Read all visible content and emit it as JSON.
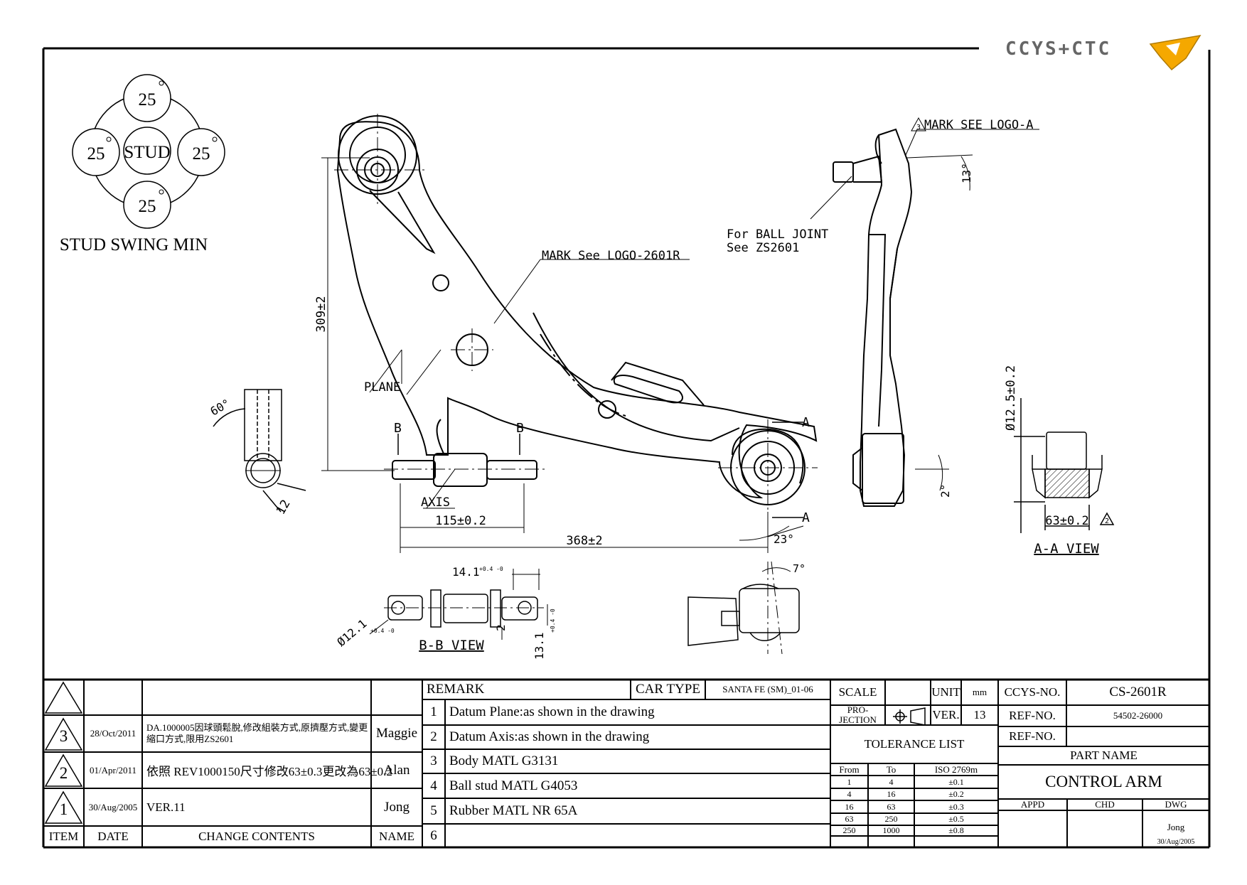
{
  "brand": {
    "logo_text": "CCYS+CTC"
  },
  "notes": {
    "stud_swing": {
      "angle": "25",
      "center": "STUD",
      "caption": "STUD SWING MIN"
    },
    "mark_logo_a": "MARK SEE LOGO-A",
    "mark_logo_2601r": "MARK See LOGO-2601R",
    "ball_joint_1": "For BALL JOINT",
    "ball_joint_2": "See ZS2601",
    "plane": "PLANE",
    "axis": "AXIS",
    "bb_view": "B-B VIEW",
    "aa_view": "A-A VIEW",
    "section_b": "B",
    "section_a": "A",
    "rev3": "3",
    "rev2": "2"
  },
  "dimensions": {
    "height": "309±2",
    "angle_60": "60°",
    "dim_12": "12",
    "dim_115": "115±0.2",
    "dim_368": "368±2",
    "angle_23": "23°",
    "angle_13": "13°",
    "angle_2": "2°",
    "angle_7": "7°",
    "dia_12_5": "Ø12.5±0.2",
    "dim_63": "63±0.2",
    "bb_14_1": "14.1",
    "bb_14_1_tol": "+0.4 -0",
    "bb_dia_12_1": "Ø12.1",
    "bb_dia_12_1_tol": "+0.4 -0",
    "bb_2": "2",
    "bb_13_1": "13.1",
    "bb_13_1_tol": "+0.4 -0"
  },
  "revisions": {
    "rows": [
      {
        "item": "3",
        "date": "28/Oct/2011",
        "change": "DA.1000005因球頭鬆脫,修改組裝方式,原擠壓方式,變更縮口方式,限用ZS2601",
        "name": "Maggie"
      },
      {
        "item": "2",
        "date": "01/Apr/2011",
        "change": "依照 REV1000150尺寸修改63±0.3更改為63±0.2",
        "name": "Alan"
      },
      {
        "item": "1",
        "date": "30/Aug/2005",
        "change": "VER.11",
        "name": "Jong"
      }
    ],
    "headers": {
      "item": "ITEM",
      "date": "DATE",
      "change": "CHANGE CONTENTS",
      "name": "NAME"
    }
  },
  "remarks": {
    "header": "REMARK",
    "car_type_label": "CAR TYPE",
    "car_type_value": "SANTA FE (SM)_01-06",
    "items": [
      {
        "n": "1",
        "text": "Datum Plane:as shown in the drawing"
      },
      {
        "n": "2",
        "text": "Datum Axis:as shown in the drawing"
      },
      {
        "n": "3",
        "text": "Body MATL G3131"
      },
      {
        "n": "4",
        "text": "Ball stud MATL G4053"
      },
      {
        "n": "5",
        "text": "Rubber MATL NR 65A"
      },
      {
        "n": "6",
        "text": ""
      }
    ]
  },
  "title_block": {
    "scale_label": "SCALE",
    "unit_label": "UNIT",
    "unit_value": "mm",
    "projection_label_1": "PRO-",
    "projection_label_2": "JECTION",
    "ver_label": "VER.",
    "ver_value": "13",
    "tolerance_title": "TOLERANCE LIST",
    "tol_headers": {
      "from": "From",
      "to": "To",
      "std": "ISO 2769m"
    },
    "tolerances": [
      {
        "from": "1",
        "to": "4",
        "tol": "±0.1"
      },
      {
        "from": "4",
        "to": "16",
        "tol": "±0.2"
      },
      {
        "from": "16",
        "to": "63",
        "tol": "±0.3"
      },
      {
        "from": "63",
        "to": "250",
        "tol": "±0.5"
      },
      {
        "from": "250",
        "to": "1000",
        "tol": "±0.8"
      }
    ],
    "ccys_no_label": "CCYS-NO.",
    "ccys_no_value": "CS-2601R",
    "ref_no_label": "REF-NO.",
    "ref_no_value": "54502-26000",
    "ref_no_label_2": "REF-NO.",
    "part_name_label": "PART NAME",
    "part_name_value": "CONTROL ARM",
    "appd_label": "APPD",
    "chd_label": "CHD",
    "dwg_label": "DWG",
    "dwg_name": "Jong",
    "dwg_date": "30/Aug/2005"
  }
}
